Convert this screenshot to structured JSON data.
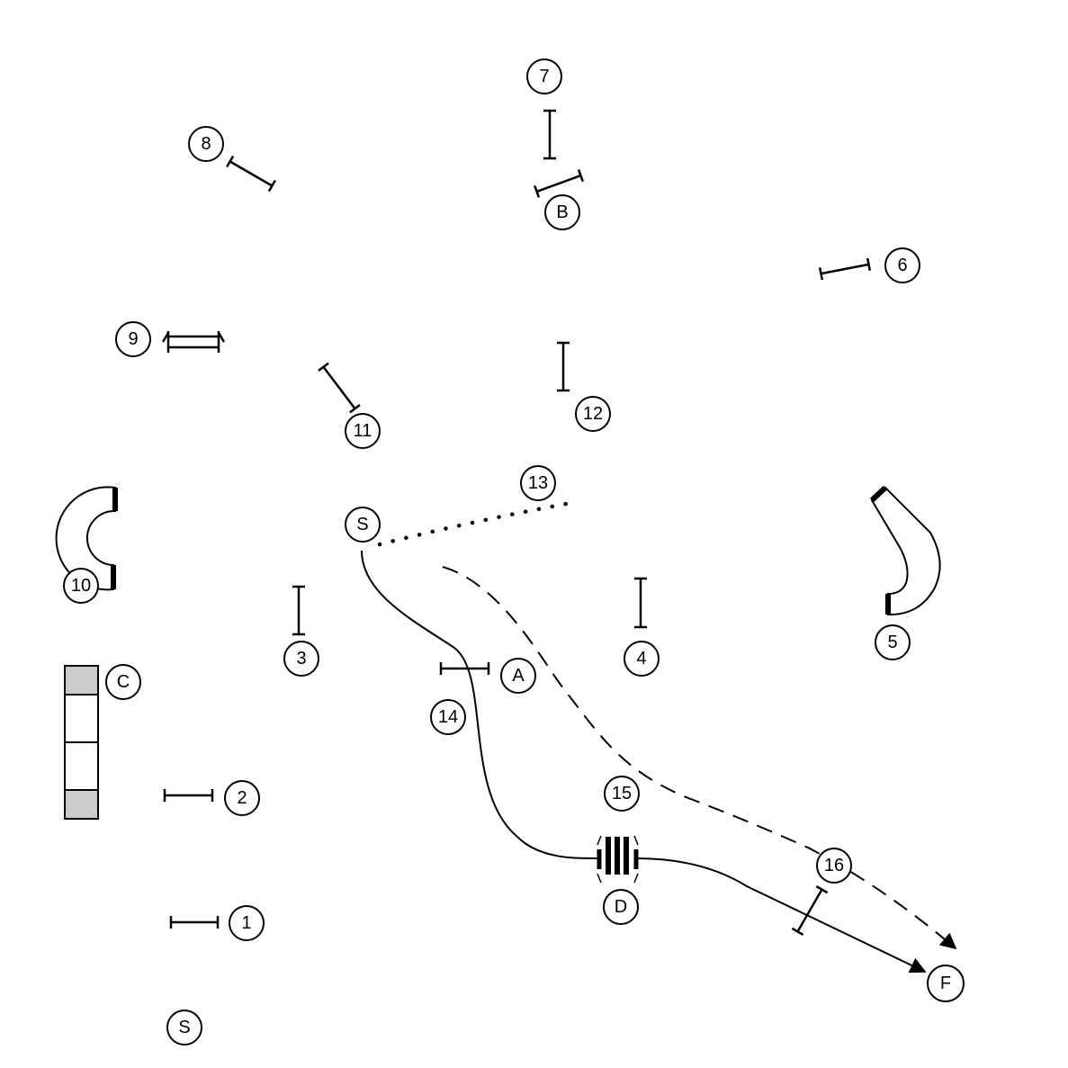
{
  "course": {
    "stroke_color": "#000000",
    "table_fill": "#cccccc",
    "labels": [
      {
        "id": "start-1",
        "text": "S"
      },
      {
        "id": "num-1",
        "text": "1"
      },
      {
        "id": "num-2",
        "text": "2"
      },
      {
        "id": "num-3",
        "text": "3"
      },
      {
        "id": "num-4",
        "text": "4"
      },
      {
        "id": "num-5",
        "text": "5"
      },
      {
        "id": "num-6",
        "text": "6"
      },
      {
        "id": "num-7",
        "text": "7"
      },
      {
        "id": "num-8",
        "text": "8"
      },
      {
        "id": "num-9",
        "text": "9"
      },
      {
        "id": "num-10",
        "text": "10"
      },
      {
        "id": "num-11",
        "text": "11"
      },
      {
        "id": "num-12",
        "text": "12"
      },
      {
        "id": "num-13",
        "text": "13"
      },
      {
        "id": "num-14",
        "text": "14"
      },
      {
        "id": "num-15",
        "text": "15"
      },
      {
        "id": "num-16",
        "text": "16"
      },
      {
        "id": "start-2",
        "text": "S"
      },
      {
        "id": "letter-a",
        "text": "A"
      },
      {
        "id": "letter-b",
        "text": "B"
      },
      {
        "id": "letter-c",
        "text": "C"
      },
      {
        "id": "letter-d",
        "text": "D"
      },
      {
        "id": "finish",
        "text": "F"
      }
    ]
  }
}
